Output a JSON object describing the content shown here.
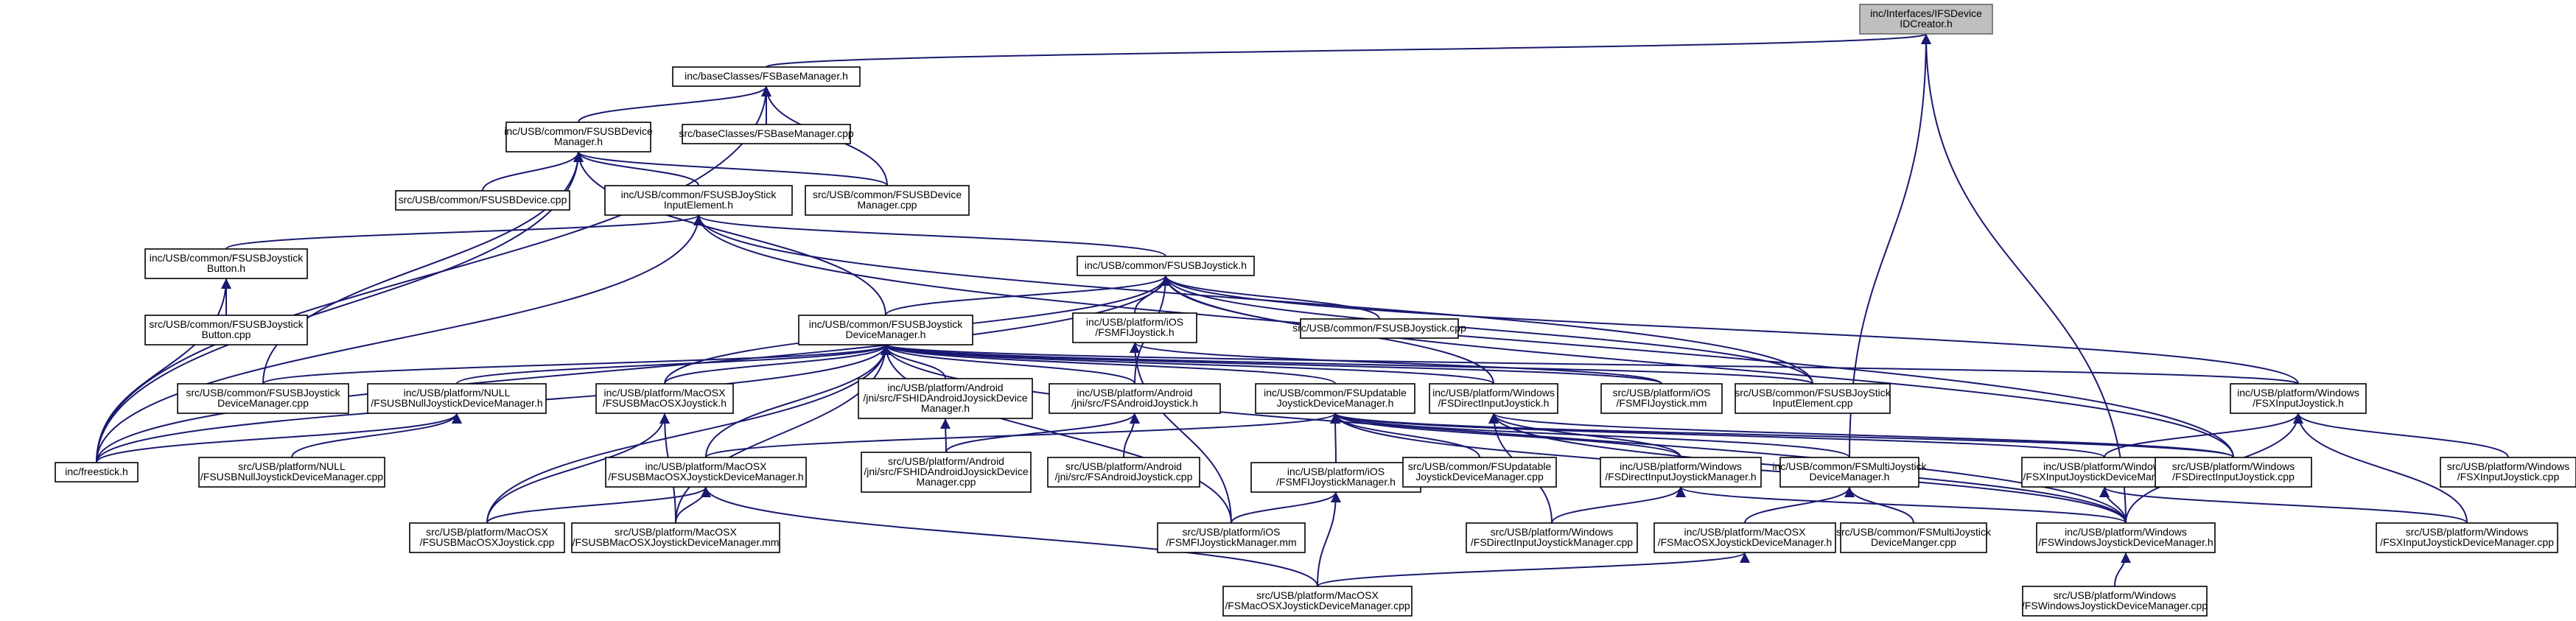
{
  "diagram": {
    "type": "include-dependency-graph",
    "colors": {
      "edge": "#191970",
      "root_fill": "#bfbfbf",
      "node_fill": "#ffffff",
      "border": "#000000"
    },
    "nodes": [
      {
        "id": "n0",
        "lines": [
          "inc/Interfaces/IFSDevice",
          "IDCreator.h"
        ],
        "root": true
      },
      {
        "id": "n1",
        "lines": [
          "inc/baseClasses/FSBaseManager.h"
        ]
      },
      {
        "id": "n2",
        "lines": [
          "inc/USB/common/FSUSBDevice",
          "Manager.h"
        ]
      },
      {
        "id": "n3",
        "lines": [
          "src/baseClasses/FSBaseManager.cpp"
        ]
      },
      {
        "id": "n4",
        "lines": [
          "src/USB/common/FSUSBDevice.cpp"
        ]
      },
      {
        "id": "n5",
        "lines": [
          "inc/USB/common/FSUSBJoyStick",
          "InputElement.h"
        ]
      },
      {
        "id": "n6",
        "lines": [
          "src/USB/common/FSUSBDevice",
          "Manager.cpp"
        ]
      },
      {
        "id": "n7",
        "lines": [
          "inc/USB/common/FSUSBJoystick",
          "Button.h"
        ]
      },
      {
        "id": "n8",
        "lines": [
          "src/USB/common/FSUSBJoystick",
          "Button.cpp"
        ]
      },
      {
        "id": "n9",
        "lines": [
          "inc/USB/common/FSUSBJoystick.h"
        ]
      },
      {
        "id": "n10",
        "lines": [
          "inc/USB/platform/iOS",
          "/FSMFIJoystick.h"
        ]
      },
      {
        "id": "n11",
        "lines": [
          "src/USB/common/FSUSBJoystick.cpp"
        ]
      },
      {
        "id": "n12",
        "lines": [
          "inc/USB/common/FSUSBJoystick",
          "DeviceManager.h"
        ]
      },
      {
        "id": "n13",
        "lines": [
          "src/USB/common/FSUSBJoystick",
          "DeviceManager.cpp"
        ]
      },
      {
        "id": "n14",
        "lines": [
          "inc/USB/platform/NULL",
          "/FSUSBNullJoystickDeviceManager.h"
        ]
      },
      {
        "id": "n15",
        "lines": [
          "inc/USB/platform/MacOSX",
          "/FSUSBMacOSXJoystick.h"
        ]
      },
      {
        "id": "n16",
        "lines": [
          "inc/USB/platform/Android",
          "/jni/src/FSHIDAndroidJoysickDevice",
          "Manager.h"
        ]
      },
      {
        "id": "n17",
        "lines": [
          "inc/USB/platform/Android",
          "/jni/src/FSAndroidJoystick.h"
        ]
      },
      {
        "id": "n18",
        "lines": [
          "inc/USB/common/FSUpdatable",
          "JoystickDeviceManager.h"
        ]
      },
      {
        "id": "n19",
        "lines": [
          "inc/USB/platform/Windows",
          "/FSDirectInputJoystick.h"
        ]
      },
      {
        "id": "n20",
        "lines": [
          "src/USB/platform/iOS",
          "/FSMFIJoystick.mm"
        ]
      },
      {
        "id": "n21",
        "lines": [
          "src/USB/common/FSUSBJoyStick",
          "InputElement.cpp"
        ]
      },
      {
        "id": "n22",
        "lines": [
          "inc/USB/platform/Windows",
          "/FSXInputJoystick.h"
        ]
      },
      {
        "id": "n23",
        "lines": [
          "inc/freestick.h"
        ]
      },
      {
        "id": "n24",
        "lines": [
          "src/USB/platform/NULL",
          "/FSUSBNullJoystickDeviceManager.cpp"
        ]
      },
      {
        "id": "n25",
        "lines": [
          "inc/USB/platform/MacOSX",
          "/FSUSBMacOSXJoystickDeviceManager.h"
        ]
      },
      {
        "id": "n26",
        "lines": [
          "src/USB/platform/Android",
          "/jni/src/FSHIDAndroidJoysickDevice",
          "Manager.cpp"
        ]
      },
      {
        "id": "n27",
        "lines": [
          "src/USB/platform/Android",
          "/jni/src/FSAndroidJoystick.cpp"
        ]
      },
      {
        "id": "n28",
        "lines": [
          "inc/USB/platform/iOS",
          "/FSMFIJoystickManager.h"
        ]
      },
      {
        "id": "n29",
        "lines": [
          "src/USB/common/FSUpdatable",
          "JoystickDeviceManager.cpp"
        ]
      },
      {
        "id": "n30",
        "lines": [
          "inc/USB/platform/Windows",
          "/FSDirectInputJoystickManager.h"
        ]
      },
      {
        "id": "n31",
        "lines": [
          "inc/USB/common/FSMultiJoystick",
          "DeviceManager.h"
        ]
      },
      {
        "id": "n32",
        "lines": [
          "inc/USB/platform/Windows",
          "/FSXInputJoystickDeviceManager.h"
        ]
      },
      {
        "id": "n33",
        "lines": [
          "src/USB/platform/Windows",
          "/FSDirectInputJoystick.cpp"
        ]
      },
      {
        "id": "n34",
        "lines": [
          "src/USB/platform/Windows",
          "/FSXInputJoystick.cpp"
        ]
      },
      {
        "id": "n35",
        "lines": [
          "src/USB/platform/MacOSX",
          "/FSUSBMacOSXJoystick.cpp"
        ]
      },
      {
        "id": "n36",
        "lines": [
          "src/USB/platform/MacOSX",
          "/FSUSBMacOSXJoystickDeviceManager.mm"
        ]
      },
      {
        "id": "n37",
        "lines": [
          "src/USB/platform/iOS",
          "/FSMFIJoystickManager.mm"
        ]
      },
      {
        "id": "n38",
        "lines": [
          "src/USB/platform/Windows",
          "/FSDirectInputJoystickManager.cpp"
        ]
      },
      {
        "id": "n39",
        "lines": [
          "inc/USB/platform/MacOSX",
          "/FSMacOSXJoystickDeviceManager.h"
        ]
      },
      {
        "id": "n40",
        "lines": [
          "src/USB/common/FSMultiJoystick",
          "DeviceManger.cpp"
        ]
      },
      {
        "id": "n41",
        "lines": [
          "inc/USB/platform/Windows",
          "/FSWindowsJoystickDeviceManager.h"
        ]
      },
      {
        "id": "n42",
        "lines": [
          "src/USB/platform/Windows",
          "/FSXInputJoystickDeviceManager.cpp"
        ]
      },
      {
        "id": "n43",
        "lines": [
          "src/USB/platform/MacOSX",
          "/FSMacOSXJoystickDeviceManager.cpp"
        ]
      },
      {
        "id": "n44",
        "lines": [
          "src/USB/platform/Windows",
          "/FSWindowsJoystickDeviceManager.cpp"
        ]
      }
    ],
    "edges": [
      [
        "n1",
        "n0"
      ],
      [
        "n31",
        "n0"
      ],
      [
        "n41",
        "n0"
      ],
      [
        "n2",
        "n1"
      ],
      [
        "n3",
        "n1"
      ],
      [
        "n6",
        "n1"
      ],
      [
        "n23",
        "n1"
      ],
      [
        "n4",
        "n2"
      ],
      [
        "n5",
        "n2"
      ],
      [
        "n6",
        "n2"
      ],
      [
        "n12",
        "n2"
      ],
      [
        "n13",
        "n2"
      ],
      [
        "n23",
        "n2"
      ],
      [
        "n7",
        "n5"
      ],
      [
        "n9",
        "n5"
      ],
      [
        "n21",
        "n5"
      ],
      [
        "n33",
        "n5"
      ],
      [
        "n23",
        "n5"
      ],
      [
        "n8",
        "n7"
      ],
      [
        "n23",
        "n7"
      ],
      [
        "n10",
        "n9"
      ],
      [
        "n11",
        "n9"
      ],
      [
        "n12",
        "n9"
      ],
      [
        "n15",
        "n9"
      ],
      [
        "n17",
        "n9"
      ],
      [
        "n19",
        "n9"
      ],
      [
        "n21",
        "n9"
      ],
      [
        "n22",
        "n9"
      ],
      [
        "n33",
        "n9"
      ],
      [
        "n23",
        "n9"
      ],
      [
        "n20",
        "n10"
      ],
      [
        "n37",
        "n10"
      ],
      [
        "n13",
        "n12"
      ],
      [
        "n14",
        "n12"
      ],
      [
        "n15",
        "n12"
      ],
      [
        "n16",
        "n12"
      ],
      [
        "n17",
        "n12"
      ],
      [
        "n18",
        "n12"
      ],
      [
        "n19",
        "n12"
      ],
      [
        "n20",
        "n12"
      ],
      [
        "n21",
        "n12"
      ],
      [
        "n22",
        "n12"
      ],
      [
        "n25",
        "n12"
      ],
      [
        "n35",
        "n12"
      ],
      [
        "n36",
        "n12"
      ],
      [
        "n37",
        "n12"
      ],
      [
        "n41",
        "n12"
      ],
      [
        "n23",
        "n12"
      ],
      [
        "n23",
        "n14"
      ],
      [
        "n24",
        "n14"
      ],
      [
        "n35",
        "n15"
      ],
      [
        "n36",
        "n15"
      ],
      [
        "n26",
        "n16"
      ],
      [
        "n26",
        "n17"
      ],
      [
        "n27",
        "n17"
      ],
      [
        "n25",
        "n18"
      ],
      [
        "n28",
        "n18"
      ],
      [
        "n29",
        "n18"
      ],
      [
        "n30",
        "n18"
      ],
      [
        "n31",
        "n18"
      ],
      [
        "n32",
        "n18"
      ],
      [
        "n33",
        "n18"
      ],
      [
        "n41",
        "n18"
      ],
      [
        "n30",
        "n19"
      ],
      [
        "n33",
        "n19"
      ],
      [
        "n38",
        "n19"
      ],
      [
        "n41",
        "n19"
      ],
      [
        "n32",
        "n22"
      ],
      [
        "n34",
        "n22"
      ],
      [
        "n41",
        "n22"
      ],
      [
        "n42",
        "n22"
      ],
      [
        "n35",
        "n25"
      ],
      [
        "n36",
        "n25"
      ],
      [
        "n43",
        "n25"
      ],
      [
        "n37",
        "n28"
      ],
      [
        "n43",
        "n28"
      ],
      [
        "n38",
        "n30"
      ],
      [
        "n41",
        "n30"
      ],
      [
        "n39",
        "n31"
      ],
      [
        "n40",
        "n31"
      ],
      [
        "n41",
        "n32"
      ],
      [
        "n42",
        "n32"
      ],
      [
        "n43",
        "n39"
      ],
      [
        "n44",
        "n41"
      ]
    ]
  }
}
